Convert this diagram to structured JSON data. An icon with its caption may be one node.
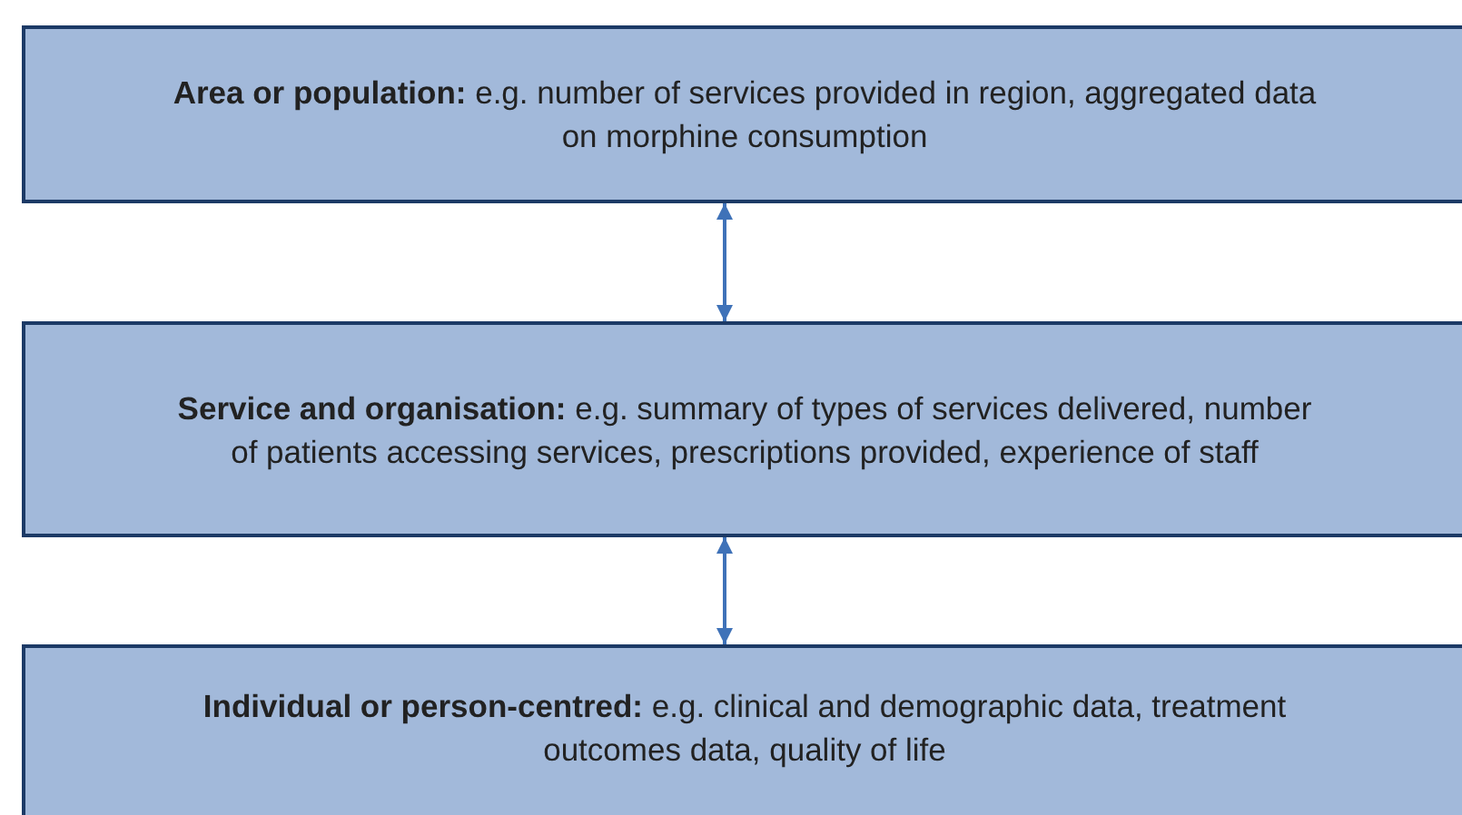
{
  "diagram": {
    "nodes": [
      {
        "text": [
          "**Area or population:** e.g. number of services provided in region, aggregated data on morphine consumption"
        ]
      },
      {
        "text": [
          "**Service and organisation:** e.g. summary of types of services delivered, number of patients accessing services, prescriptions provided, experience of staff"
        ]
      },
      {
        "text": [
          "**Individual or person-centred:** e.g. clinical and demographic data, treatment outcomes data, quality of life"
        ]
      }
    ],
    "edges": [
      {
        "from": 0,
        "to": 1,
        "arrow": "both"
      },
      {
        "from": 1,
        "to": 2,
        "arrow": "both"
      }
    ]
  }
}
